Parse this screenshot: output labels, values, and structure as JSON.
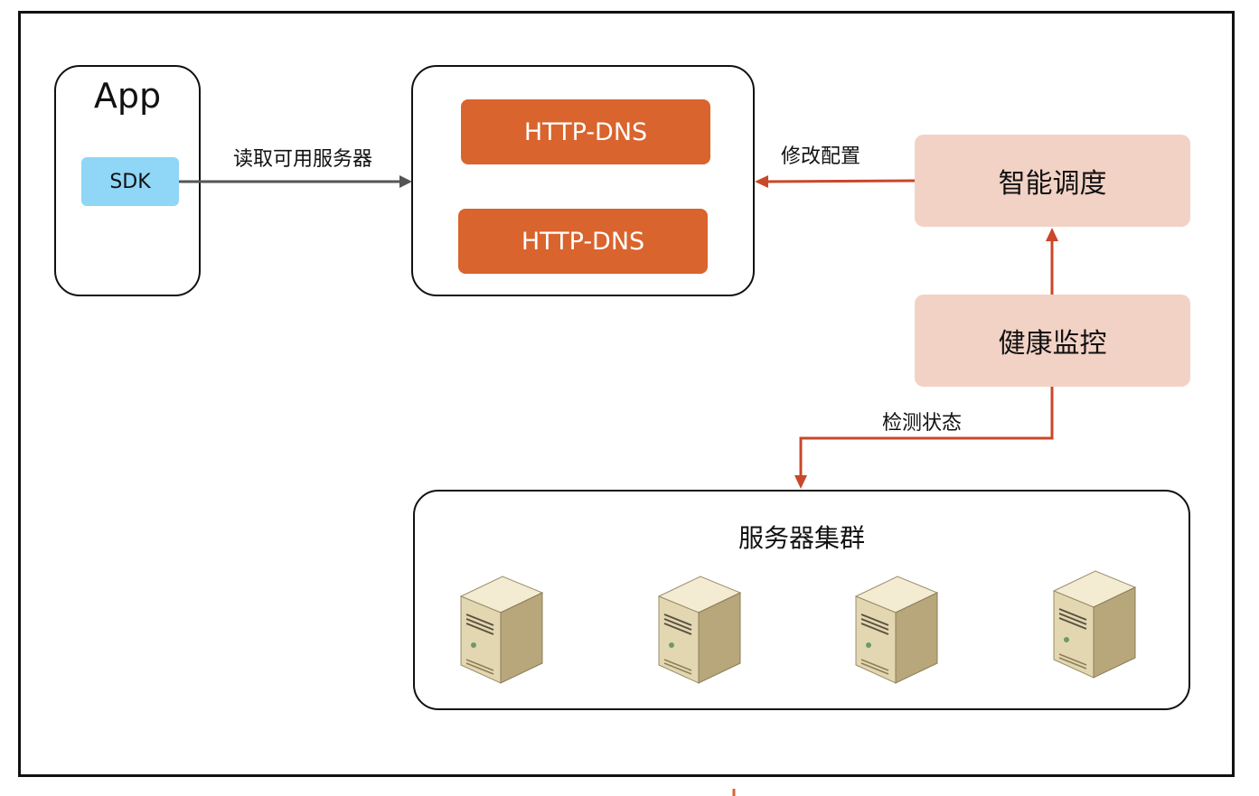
{
  "app": {
    "title": "App",
    "sdk_label": "SDK"
  },
  "dns_nodes": [
    "HTTP-DNS",
    "HTTP-DNS"
  ],
  "scheduler": {
    "label": "智能调度"
  },
  "health": {
    "label": "健康监控"
  },
  "cluster": {
    "title": "服务器集群",
    "server_count": 4
  },
  "edges": {
    "read_label": "读取可用服务器",
    "modify_label": "修改配置",
    "detect_label": "检测状态"
  },
  "colors": {
    "dns_fill": "#d9642d",
    "sdk_fill": "#8fd6f7",
    "pink_fill": "#f2d2c5",
    "red_arrow": "#c9472a",
    "gray_arrow": "#555555"
  },
  "icons": [
    "server-icon"
  ]
}
